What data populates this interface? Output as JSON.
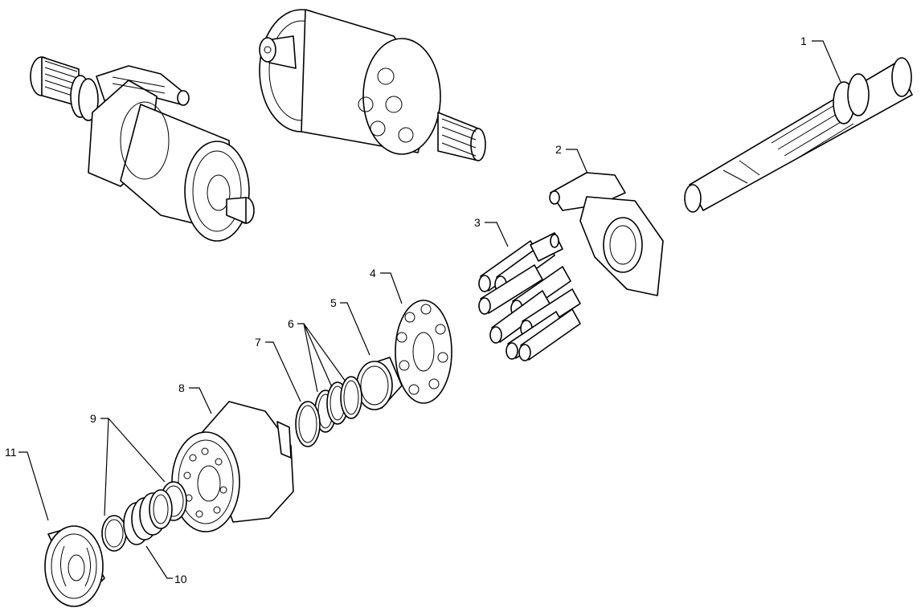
{
  "diagram": {
    "callouts": [
      {
        "id": "1",
        "text": "1"
      },
      {
        "id": "2",
        "text": "2"
      },
      {
        "id": "3",
        "text": "3"
      },
      {
        "id": "4",
        "text": "4"
      },
      {
        "id": "5",
        "text": "5"
      },
      {
        "id": "6",
        "text": "6"
      },
      {
        "id": "7",
        "text": "7"
      },
      {
        "id": "8",
        "text": "8"
      },
      {
        "id": "9",
        "text": "9"
      },
      {
        "id": "10",
        "text": "10"
      },
      {
        "id": "11",
        "text": "11"
      }
    ],
    "colors": {
      "line": "#000000",
      "background": "#ffffff"
    }
  }
}
